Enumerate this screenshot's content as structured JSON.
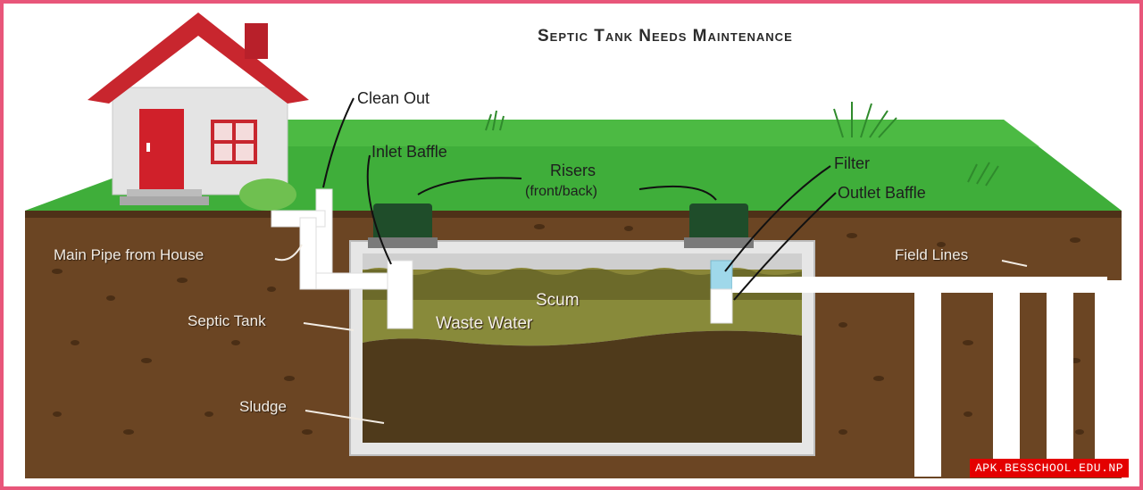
{
  "title": "Septic Tank Needs Maintenance",
  "labels": {
    "clean_out": "Clean Out",
    "inlet_baffle": "Inlet Baffle",
    "risers": "Risers",
    "risers_sub": "(front/back)",
    "filter": "Filter",
    "outlet_baffle": "Outlet Baffle",
    "field_lines": "Field Lines",
    "main_pipe": "Main Pipe from House",
    "septic_tank": "Septic Tank",
    "scum": "Scum",
    "waste_water": "Waste Water",
    "sludge": "Sludge"
  },
  "watermark": "APK.BESSCHOOL.EDU.NP",
  "colors": {
    "grass": "#3fae3a",
    "soil": "#6b4523",
    "tank_wall": "#e6e6e6",
    "roof": "#c8262e",
    "door": "#d0202a",
    "frame": "#e8567a"
  }
}
